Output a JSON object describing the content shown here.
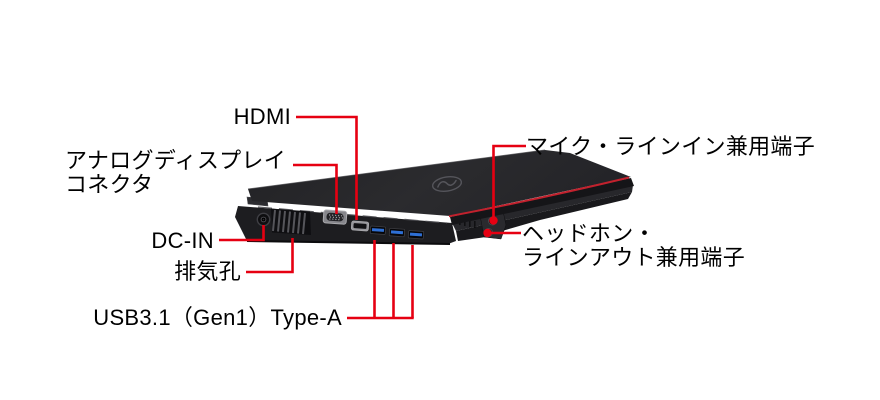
{
  "diagram": {
    "background_color": "#ffffff",
    "device": "closed-laptop-left-front-view",
    "palette": {
      "leader_red": "#e60012",
      "lid_accent_red": "#c2212d",
      "usb_blue": "#2e6fd4",
      "label_text": "#000000"
    },
    "labels": {
      "hdmi": {
        "text": "HDMI"
      },
      "analog_display": {
        "line1": "アナログディスプレイ",
        "line2": "コネクタ"
      },
      "dc_in": {
        "text": "DC-IN"
      },
      "exhaust_vent": {
        "text": "排気孔"
      },
      "usb": {
        "text": "USB3.1（Gen1）Type-A"
      },
      "mic_line_in": {
        "text": "マイク・ラインイン兼用端子"
      },
      "headphone_line_out": {
        "line1": "ヘッドホン・",
        "line2": "ラインアウト兼用端子"
      }
    },
    "ports": [
      {
        "id": "dc-in-port"
      },
      {
        "id": "exhaust-vent"
      },
      {
        "id": "analog-display-connector"
      },
      {
        "id": "hdmi-port"
      },
      {
        "id": "usb-port-1"
      },
      {
        "id": "usb-port-2"
      },
      {
        "id": "usb-port-3"
      },
      {
        "id": "mic-line-in-jack"
      },
      {
        "id": "headphone-line-out-jack"
      }
    ]
  }
}
